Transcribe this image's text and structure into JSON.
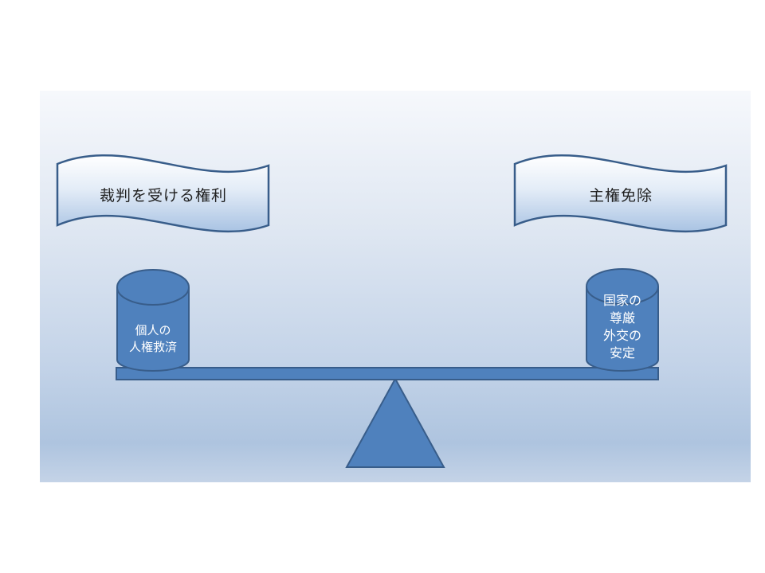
{
  "banners": {
    "left": "裁判を受ける権利",
    "right": "主権免除"
  },
  "drums": {
    "left": "個人の\n人権救済",
    "right": "国家の\n尊厳\n外交の\n安定"
  },
  "colors": {
    "shape_fill": "#4f81bd",
    "shape_stroke": "#385d8a",
    "banner_top": "#ffffff",
    "banner_bottom": "#aec6e4"
  }
}
